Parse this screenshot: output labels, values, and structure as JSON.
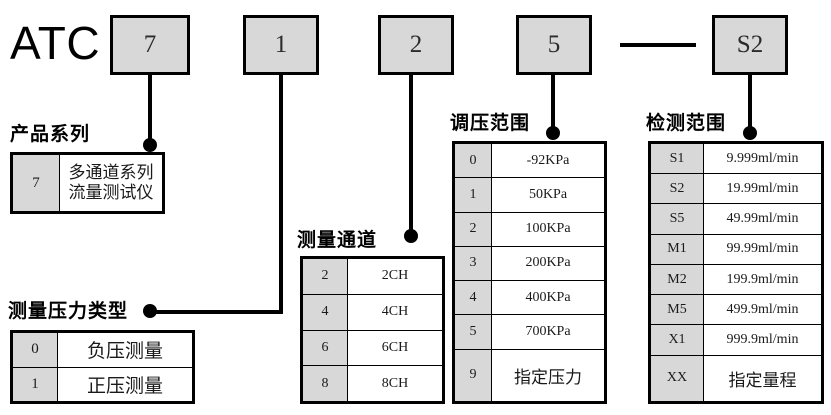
{
  "brand": "ATC",
  "separator": "—",
  "code_boxes": [
    {
      "name": "series",
      "value": "7"
    },
    {
      "name": "pressure-type",
      "value": "1"
    },
    {
      "name": "channels",
      "value": "2"
    },
    {
      "name": "pressure-range",
      "value": "5"
    },
    {
      "name": "detect-range",
      "value": "S2"
    }
  ],
  "sections": {
    "product_series": {
      "caption": "产品系列",
      "rows": [
        {
          "code": "7",
          "desc_line1": "多通道系列",
          "desc_line2": "流量测试仪"
        }
      ]
    },
    "pressure_type": {
      "caption": "测量压力类型",
      "rows": [
        {
          "code": "0",
          "desc": "负压测量"
        },
        {
          "code": "1",
          "desc": "正压测量"
        }
      ]
    },
    "channels": {
      "caption": "测量通道",
      "rows": [
        {
          "code": "2",
          "desc": "2CH"
        },
        {
          "code": "4",
          "desc": "4CH"
        },
        {
          "code": "6",
          "desc": "6CH"
        },
        {
          "code": "8",
          "desc": "8CH"
        }
      ]
    },
    "pressure_range": {
      "caption": "调压范围",
      "rows": [
        {
          "code": "0",
          "desc": "-92KPa"
        },
        {
          "code": "1",
          "desc": "50KPa"
        },
        {
          "code": "2",
          "desc": "100KPa"
        },
        {
          "code": "3",
          "desc": "200KPa"
        },
        {
          "code": "4",
          "desc": "400KPa"
        },
        {
          "code": "5",
          "desc": "700KPa"
        },
        {
          "code": "9",
          "desc": "指定压力"
        }
      ]
    },
    "detect_range": {
      "caption": "检测范围",
      "rows": [
        {
          "code": "S1",
          "desc": "9.999ml/min"
        },
        {
          "code": "S2",
          "desc": "19.99ml/min"
        },
        {
          "code": "S5",
          "desc": "49.99ml/min"
        },
        {
          "code": "M1",
          "desc": "99.99ml/min"
        },
        {
          "code": "M2",
          "desc": "199.9ml/min"
        },
        {
          "code": "M5",
          "desc": "499.9ml/min"
        },
        {
          "code": "X1",
          "desc": "999.9ml/min"
        },
        {
          "code": "XX",
          "desc": "指定量程"
        }
      ]
    }
  },
  "colors": {
    "box_fill": "#d8d8d8",
    "line": "#000000",
    "background": "#ffffff"
  }
}
